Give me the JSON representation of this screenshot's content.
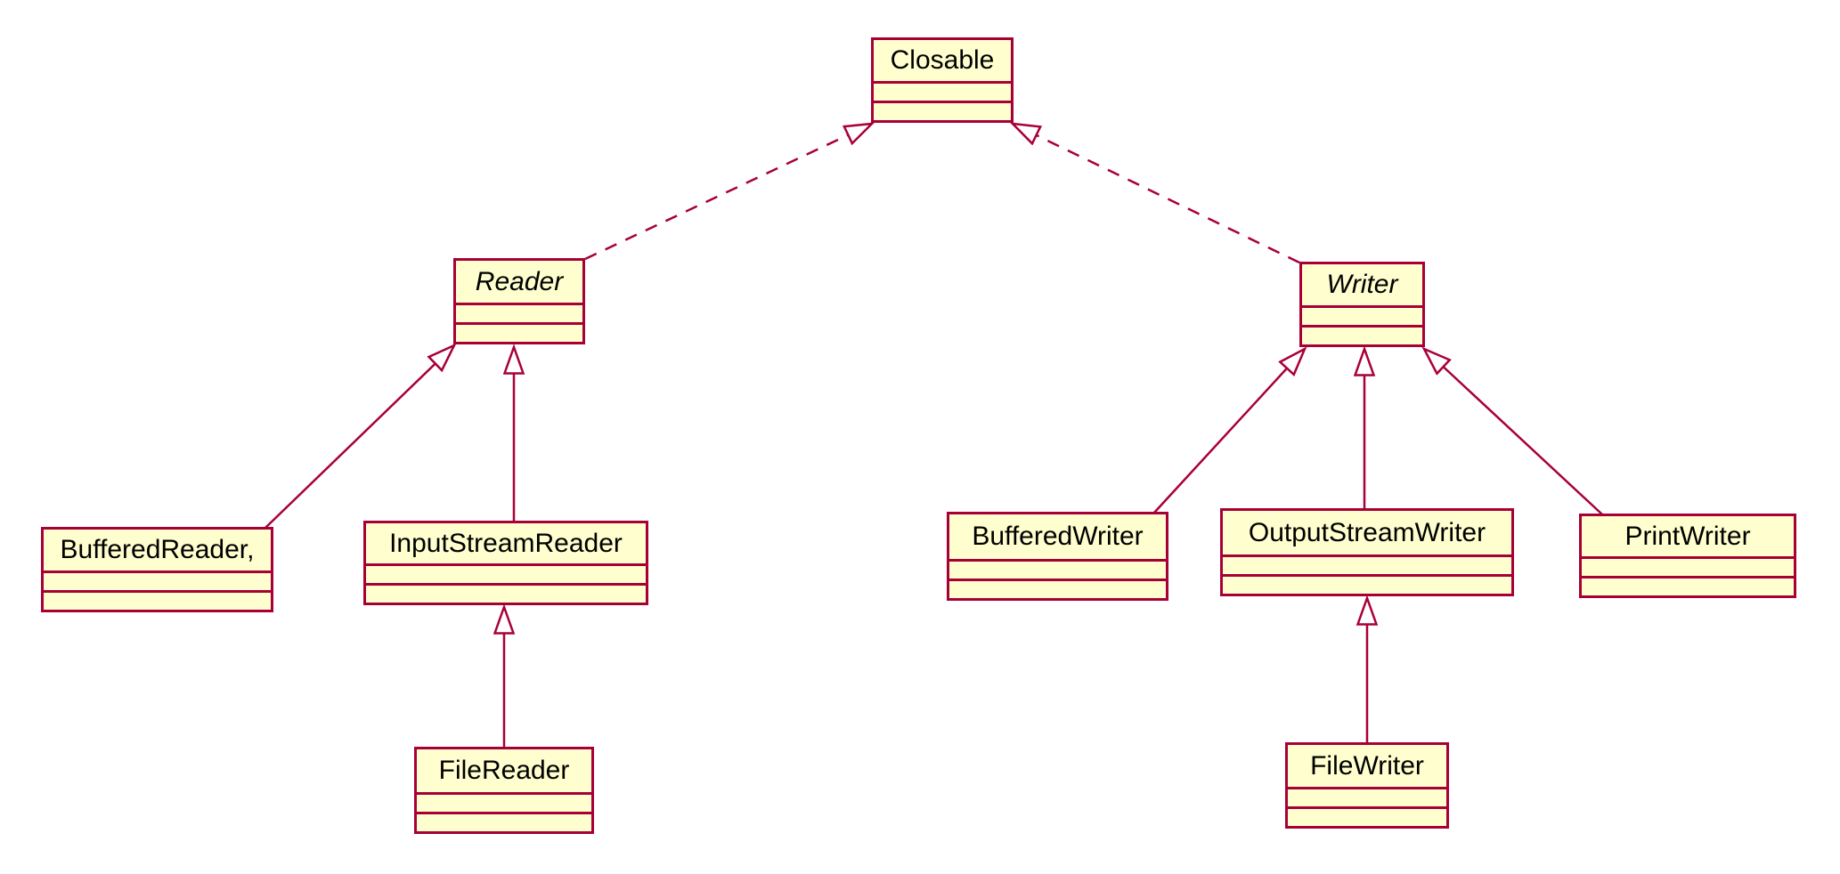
{
  "diagram": {
    "kind": "uml-class-diagram",
    "background_color": "#ffffff",
    "node_fill_color": "#FEFECE",
    "line_color": "#A80036",
    "text_color": "#000000"
  },
  "classes": [
    {
      "name": "Closable",
      "abstract": false
    },
    {
      "name": "Reader",
      "abstract": true
    },
    {
      "name": "Writer",
      "abstract": true
    },
    {
      "name": "BufferedReader,",
      "abstract": false
    },
    {
      "name": "InputStreamReader",
      "abstract": false
    },
    {
      "name": "FileReader",
      "abstract": false
    },
    {
      "name": "BufferedWriter",
      "abstract": false
    },
    {
      "name": "OutputStreamWriter",
      "abstract": false
    },
    {
      "name": "PrintWriter",
      "abstract": false
    },
    {
      "name": "FileWriter",
      "abstract": false
    }
  ],
  "relationships": [
    {
      "from": "Reader",
      "to": "Closable",
      "line": "dashed",
      "arrow": "hollow-triangle"
    },
    {
      "from": "Writer",
      "to": "Closable",
      "line": "dashed",
      "arrow": "hollow-triangle"
    },
    {
      "from": "BufferedReader,",
      "to": "Reader",
      "line": "solid",
      "arrow": "hollow-triangle"
    },
    {
      "from": "InputStreamReader",
      "to": "Reader",
      "line": "solid",
      "arrow": "hollow-triangle"
    },
    {
      "from": "FileReader",
      "to": "InputStreamReader",
      "line": "solid",
      "arrow": "hollow-triangle"
    },
    {
      "from": "BufferedWriter",
      "to": "Writer",
      "line": "solid",
      "arrow": "hollow-triangle"
    },
    {
      "from": "OutputStreamWriter",
      "to": "Writer",
      "line": "solid",
      "arrow": "hollow-triangle"
    },
    {
      "from": "PrintWriter",
      "to": "Writer",
      "line": "solid",
      "arrow": "hollow-triangle"
    },
    {
      "from": "FileWriter",
      "to": "OutputStreamWriter",
      "line": "solid",
      "arrow": "hollow-triangle"
    }
  ]
}
